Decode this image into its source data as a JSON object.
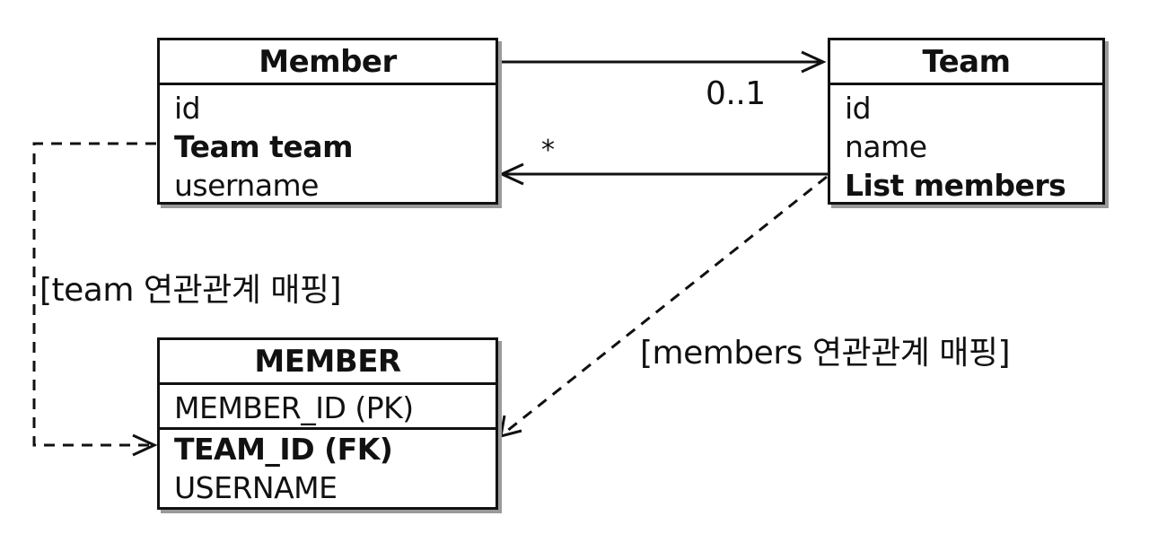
{
  "member_class": {
    "title": "Member",
    "fields": [
      "id",
      "Team team",
      "username"
    ]
  },
  "team_class": {
    "title": "Team",
    "fields": [
      "id",
      "name",
      "List members"
    ]
  },
  "member_table": {
    "title": "MEMBER",
    "columns": [
      "MEMBER_ID (PK)",
      "TEAM_ID (FK)",
      "USERNAME"
    ]
  },
  "association": {
    "multiplicity_team": "0..1",
    "multiplicity_members": "*"
  },
  "mapping_labels": {
    "team": "[team 연관관계 매핑]",
    "members": "[members 연관관계 매핑]"
  }
}
